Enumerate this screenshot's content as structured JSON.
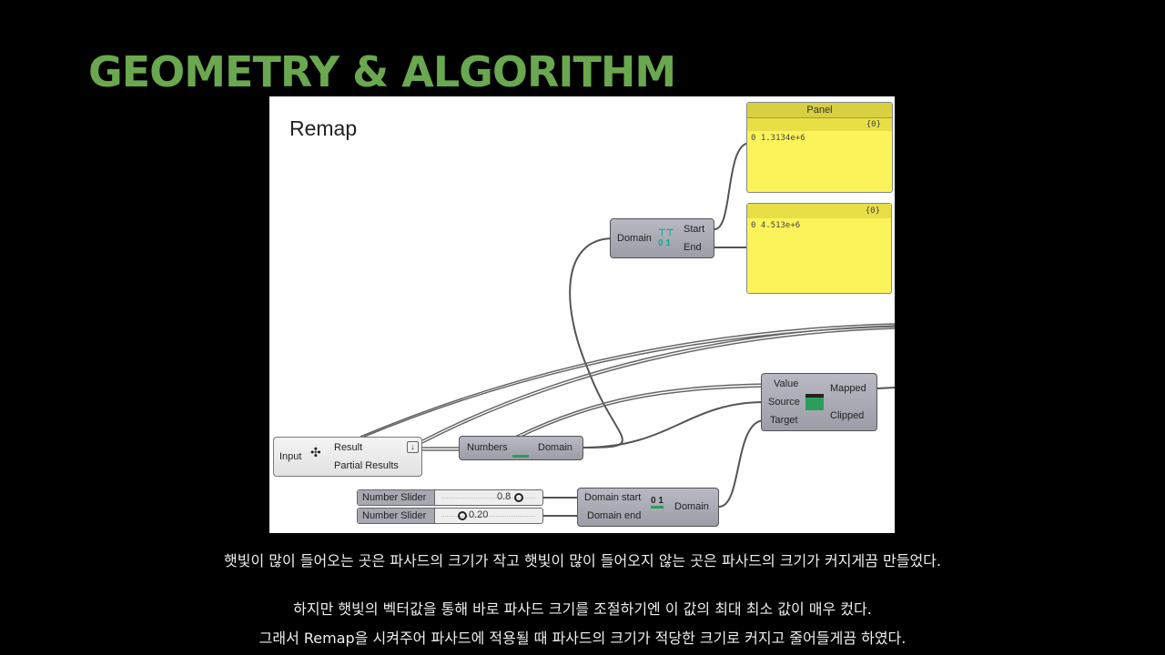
{
  "slide_title": "GEOMETRY & ALGORITHM",
  "canvas": {
    "title": "Remap",
    "panel1": {
      "header": "Panel",
      "path": "{0}",
      "index": "0",
      "value": "1.3134e+6"
    },
    "panel2": {
      "path": "{0}",
      "index": "0",
      "value": "4.513e+6"
    },
    "deconstruct_domain": {
      "input": "Domain",
      "out_start": "Start",
      "out_end": "End"
    },
    "remap": {
      "in_value": "Value",
      "in_source": "Source",
      "in_target": "Target",
      "out_mapped": "Mapped",
      "out_clipped": "Clipped"
    },
    "evaluate": {
      "input": "Input",
      "out_result": "Result",
      "out_partial": "Partial Results"
    },
    "bounds": {
      "input": "Numbers",
      "output": "Domain"
    },
    "slider1": {
      "label": "Number Slider",
      "value": "0.8"
    },
    "slider2": {
      "label": "Number Slider",
      "value": "0.20"
    },
    "construct_domain": {
      "in_start": "Domain start",
      "in_end": "Domain end",
      "output": "Domain"
    }
  },
  "captions": [
    "햇빛이 많이 들어오는 곳은 파사드의 크기가 작고 햇빛이 많이 들어오지 않는 곳은 파사드의 크기가 커지게끔 만들었다.",
    "하지만 햇빛의 벡터값을 통해 바로 파사드 크기를 조절하기엔 이 값의 최대 최소 값이 매우 컸다.",
    "그래서 Remap을 시켜주어 파사드에 적용될 때 파사드의 크기가 적당한 크기로 커지고 줄어들게끔 하였다."
  ]
}
